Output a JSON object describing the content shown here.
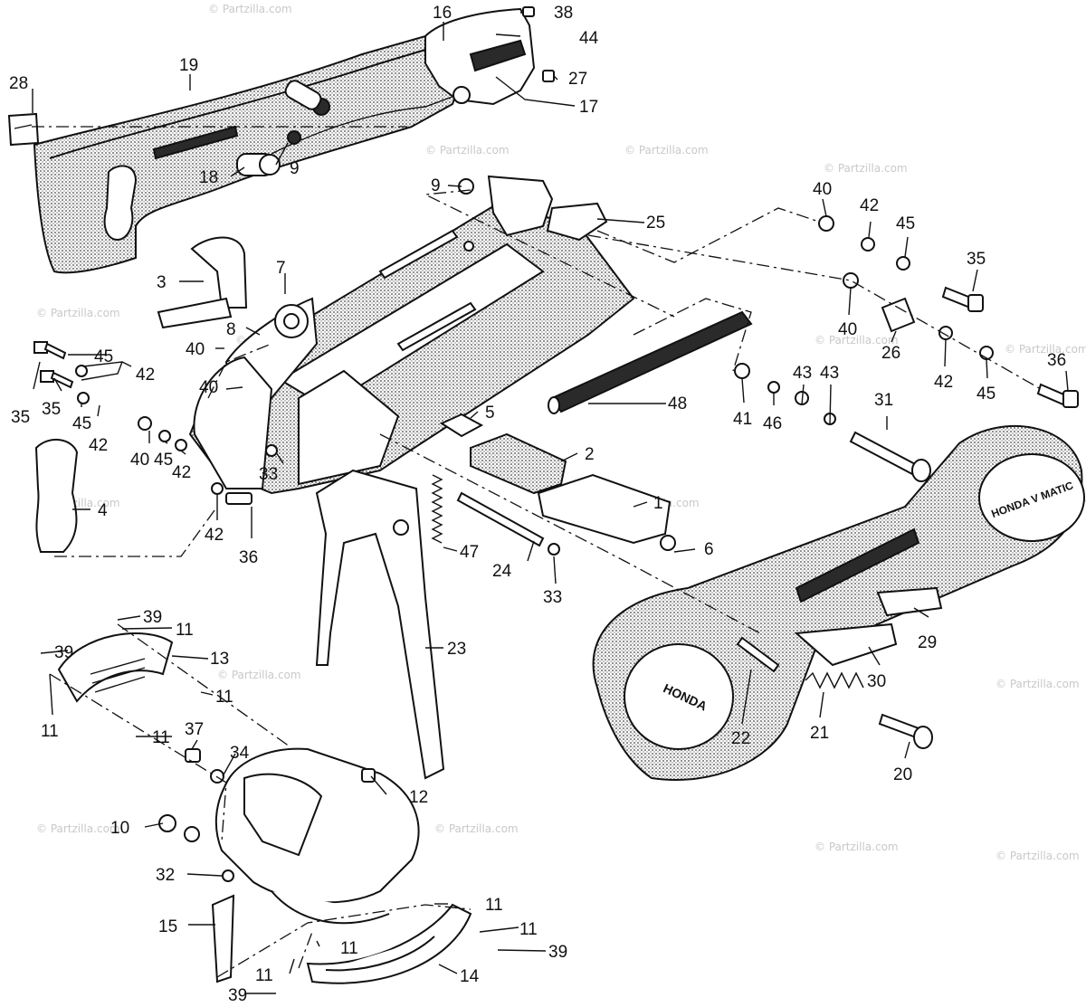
{
  "watermark": "© Partzilla.com",
  "logos": {
    "cover_main": "HONDA V MATIC",
    "cover_round": "HONDA"
  },
  "callouts": {
    "c1": "1",
    "c2": "2",
    "c3": "3",
    "c4": "4",
    "c5": "5",
    "c6": "6",
    "c7": "7",
    "c8": "8",
    "c9a": "9",
    "c9b": "9",
    "c10": "10",
    "c11a": "11",
    "c11b": "11",
    "c11c": "11",
    "c11d": "11",
    "c11e": "11",
    "c11f": "11",
    "c11g": "11",
    "c11h": "11",
    "c12": "12",
    "c13": "13",
    "c14": "14",
    "c15": "15",
    "c16": "16",
    "c17": "17",
    "c18": "18",
    "c19": "19",
    "c20": "20",
    "c21": "21",
    "c22": "22",
    "c23": "23",
    "c24": "24",
    "c25": "25",
    "c26": "26",
    "c27": "27",
    "c28": "28",
    "c29": "29",
    "c30": "30",
    "c31": "31",
    "c32": "32",
    "c33a": "33",
    "c33b": "33",
    "c34": "34",
    "c35a": "35",
    "c35b": "35",
    "c35c": "35",
    "c36a": "36",
    "c36b": "36",
    "c37": "37",
    "c38": "38",
    "c39a": "39",
    "c39b": "39",
    "c39c": "39",
    "c39d": "39",
    "c40a": "40",
    "c40b": "40",
    "c40c": "40",
    "c40d": "40",
    "c40e": "40",
    "c41": "41",
    "c42a": "42",
    "c42b": "42",
    "c42c": "42",
    "c42d": "42",
    "c42e": "42",
    "c42f": "42",
    "c43a": "43",
    "c43b": "43",
    "c44": "44",
    "c45a": "45",
    "c45b": "45",
    "c45c": "45",
    "c45d": "45",
    "c45e": "45",
    "c46": "46",
    "c47": "47",
    "c48": "48"
  }
}
